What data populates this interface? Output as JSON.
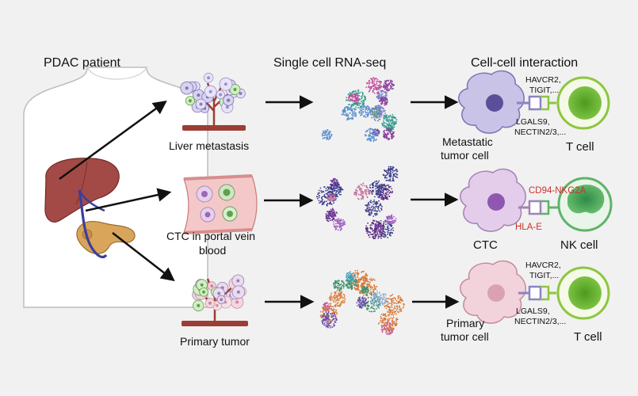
{
  "headers": {
    "patient": "PDAC patient",
    "rnaseq": "Single cell RNA-seq",
    "interaction": "Cell-cell interaction"
  },
  "samples": {
    "liver": "Liver metastasis",
    "ctc_line1": "CTC in portal vein",
    "ctc_line2": "blood",
    "primary": "Primary tumor"
  },
  "cells": {
    "metastatic_line1": "Metastatic",
    "metastatic_line2": "tumor cell",
    "ctc": "CTC",
    "primary_line1": "Primary",
    "primary_line2": "tumor cell",
    "t_cell_1": "T cell",
    "nk_cell": "NK cell",
    "t_cell_2": "T cell"
  },
  "molecules": {
    "row1_receptor_line1": "HAVCR2,",
    "row1_receptor_line2": "TIGIT,...",
    "row1_ligand_line1": "LGALS9,",
    "row1_ligand_line2": "NECTIN2/3,...",
    "row2_receptor": "CD94-NKG2A",
    "row2_ligand": "HLA-E",
    "row3_receptor_line1": "HAVCR2,",
    "row3_receptor_line2": "TIGIT,...",
    "row3_ligand_line1": "LGALS9,",
    "row3_ligand_line2": "NECTIN2/3,..."
  },
  "colors": {
    "liver": "#a44a46",
    "pancreas": "#d9a55a",
    "vein": "#3b3f9a",
    "metastatic_cell": "#c9c3e8",
    "ctc_cell": "#e3cdea",
    "primary_cell": "#f2d3dc",
    "t_cell": "#8dc63f",
    "nk_cell": "#5fb36a",
    "vessel": "#e8a8a8"
  }
}
